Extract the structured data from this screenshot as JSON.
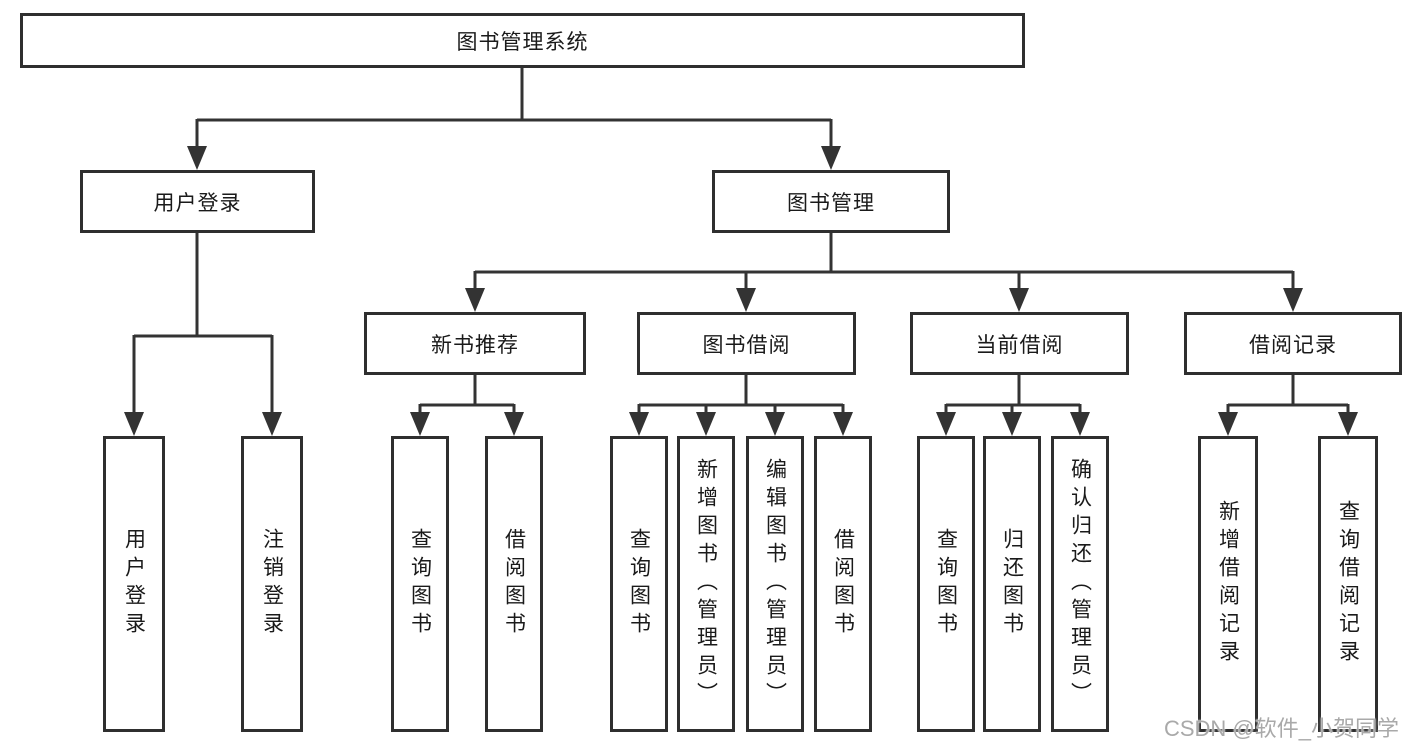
{
  "diagram": {
    "type": "tree",
    "title": "图书管理系统",
    "nodes": {
      "root": {
        "label": "图书管理系统"
      },
      "level2": [
        {
          "label": "用户登录"
        },
        {
          "label": "图书管理"
        }
      ],
      "level3": [
        {
          "label": "新书推荐",
          "parent": "图书管理"
        },
        {
          "label": "图书借阅",
          "parent": "图书管理"
        },
        {
          "label": "当前借阅",
          "parent": "图书管理"
        },
        {
          "label": "借阅记录",
          "parent": "图书管理"
        }
      ],
      "leaves": [
        {
          "label": "用户登录",
          "parent": "用户登录"
        },
        {
          "label": "注销登录",
          "parent": "用户登录"
        },
        {
          "label": "查询图书",
          "parent": "新书推荐"
        },
        {
          "label": "借阅图书",
          "parent": "新书推荐"
        },
        {
          "label": "查询图书",
          "parent": "图书借阅"
        },
        {
          "label": "新增图书（管理员）",
          "parent": "图书借阅"
        },
        {
          "label": "编辑图书（管理员）",
          "parent": "图书借阅"
        },
        {
          "label": "借阅图书",
          "parent": "图书借阅"
        },
        {
          "label": "查询图书",
          "parent": "当前借阅"
        },
        {
          "label": "归还图书",
          "parent": "当前借阅"
        },
        {
          "label": "确认归还（管理员）",
          "parent": "当前借阅"
        },
        {
          "label": "新增借阅记录",
          "parent": "借阅记录"
        },
        {
          "label": "查询借阅记录",
          "parent": "借阅记录"
        }
      ]
    },
    "colors": {
      "line": "#333333",
      "box_border": "#2f2f2f",
      "box_fill": "#ffffff",
      "text": "#1a1a1a",
      "watermark": "#a9a9a9",
      "background": "#ffffff"
    }
  },
  "watermark": {
    "text": "CSDN @软件_小贺同学"
  }
}
